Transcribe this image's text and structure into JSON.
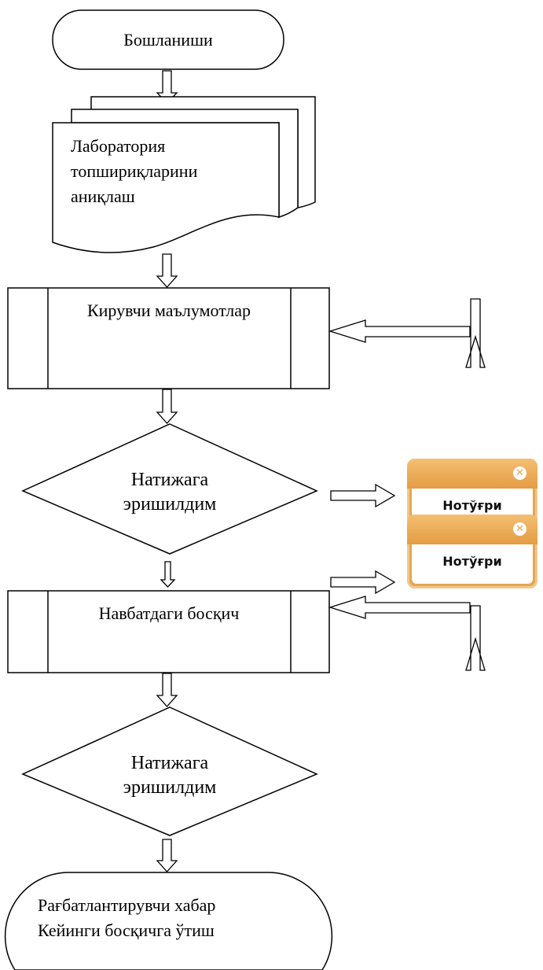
{
  "start": "Бошланиши",
  "document_lines": [
    "Лаборатория",
    "топшириқларини",
    "аниқлаш"
  ],
  "input_process": "Кирувчи маълумотлар",
  "decision1": [
    "Натижага",
    "эришилдим"
  ],
  "next_step": "Навбатдаги босқич",
  "decision2": [
    "Натижага",
    "эришилдим"
  ],
  "popup1": {
    "label": "Нотўғри",
    "icon": "close-circle-icon"
  },
  "popup2": {
    "label": "Нотўғри",
    "icon": "close-circle-icon"
  },
  "end_lines": [
    "Рағбатлантирувчи хабар",
    "Кейинги босқичга ўтиш"
  ]
}
